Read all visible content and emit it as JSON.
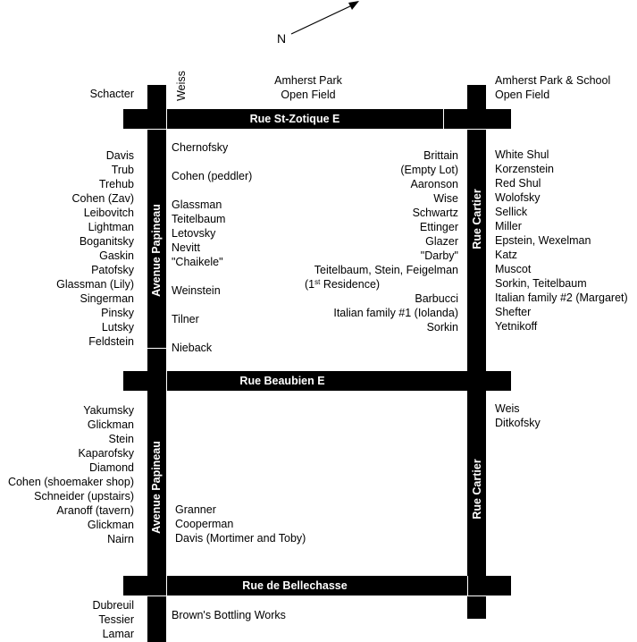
{
  "compass": {
    "label": "N"
  },
  "streets": {
    "st_zotique": "Rue St-Zotique E",
    "beaubien": "Rue Beaubien E",
    "bellechasse": "Rue de Bellechasse",
    "papineau": "Avenue Papineau",
    "cartier": "Rue Cartier"
  },
  "top": {
    "schacter": "Schacter",
    "weiss": "Weiss",
    "amherst_line1": "Amherst Park",
    "amherst_line2": "Open Field",
    "amherst_school_line1": "Amherst Park & School",
    "amherst_school_line2": "Open Field"
  },
  "west_papineau_north": [
    "Davis",
    "Trub",
    "Trehub",
    "Cohen (Zav)",
    "Leibovitch",
    "Lightman",
    "Boganitsky",
    "Gaskin",
    "Patofsky",
    "Glassman (Lily)",
    "Singerman",
    "Pinsky",
    "Lutsky",
    "Feldstein"
  ],
  "east_papineau_north": {
    "chernofsky": "Chernofsky",
    "cohen_peddler": "Cohen (peddler)",
    "group": [
      "Glassman",
      "Teitelbaum",
      "Letovsky",
      "Nevitt",
      "\"Chaikele\""
    ],
    "weinstein": "Weinstein",
    "tilner": "Tilner",
    "nieback": "Nieback"
  },
  "west_cartier_north": {
    "group1": [
      "Brittain",
      "(Empty Lot)",
      "Aaronson",
      "Wise",
      "Schwartz",
      "Ettinger",
      "Glazer",
      "\"Darby\"",
      "Teitelbaum, Stein, Feigelman"
    ],
    "first_residence_prefix": "(1",
    "first_residence_sup": "st",
    "first_residence_suffix": " Residence)",
    "group2": [
      "Barbucci",
      "Italian family #1 (Iolanda)",
      "Sorkin"
    ]
  },
  "east_cartier_north": [
    "White Shul",
    "Korzenstein",
    "Red Shul",
    "Wolofsky",
    "Sellick",
    "Miller",
    "Epstein, Wexelman",
    "Katz",
    "Muscot",
    "Sorkin, Teitelbaum",
    "Italian family #2 (Margaret)",
    "Shefter",
    "Yetnikoff"
  ],
  "west_papineau_south": [
    "Yakumsky",
    "Glickman",
    "Stein",
    "Kaparofsky",
    "Diamond",
    "Cohen (shoemaker shop)",
    "Schneider (upstairs)",
    "Aranoff (tavern)",
    "Glickman",
    "Nairn"
  ],
  "east_papineau_south": [
    "Granner",
    "Cooperman",
    "Davis (Mortimer and Toby)"
  ],
  "east_cartier_south": [
    "Weis",
    "Ditkofsky"
  ],
  "bottom_west": [
    "Dubreuil",
    "Tessier",
    "Lamar"
  ],
  "bottom_east": {
    "browns": "Brown's Bottling Works"
  }
}
